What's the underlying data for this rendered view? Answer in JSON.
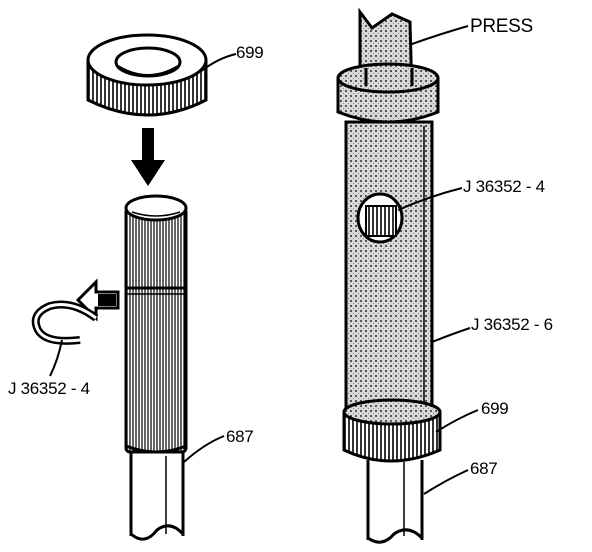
{
  "labels": {
    "press": "PRESS",
    "left_seal_ring": "699",
    "left_clip_tool": "J 36352 - 4",
    "left_shaft": "687",
    "right_clip_tool": "J 36352 - 4",
    "right_sleeve_tool": "J 36352 - 6",
    "right_seal_ring": "699",
    "right_shaft": "687"
  },
  "colors": {
    "ink": "#000000",
    "paper": "#ffffff",
    "screen": "#cfcfcf"
  }
}
